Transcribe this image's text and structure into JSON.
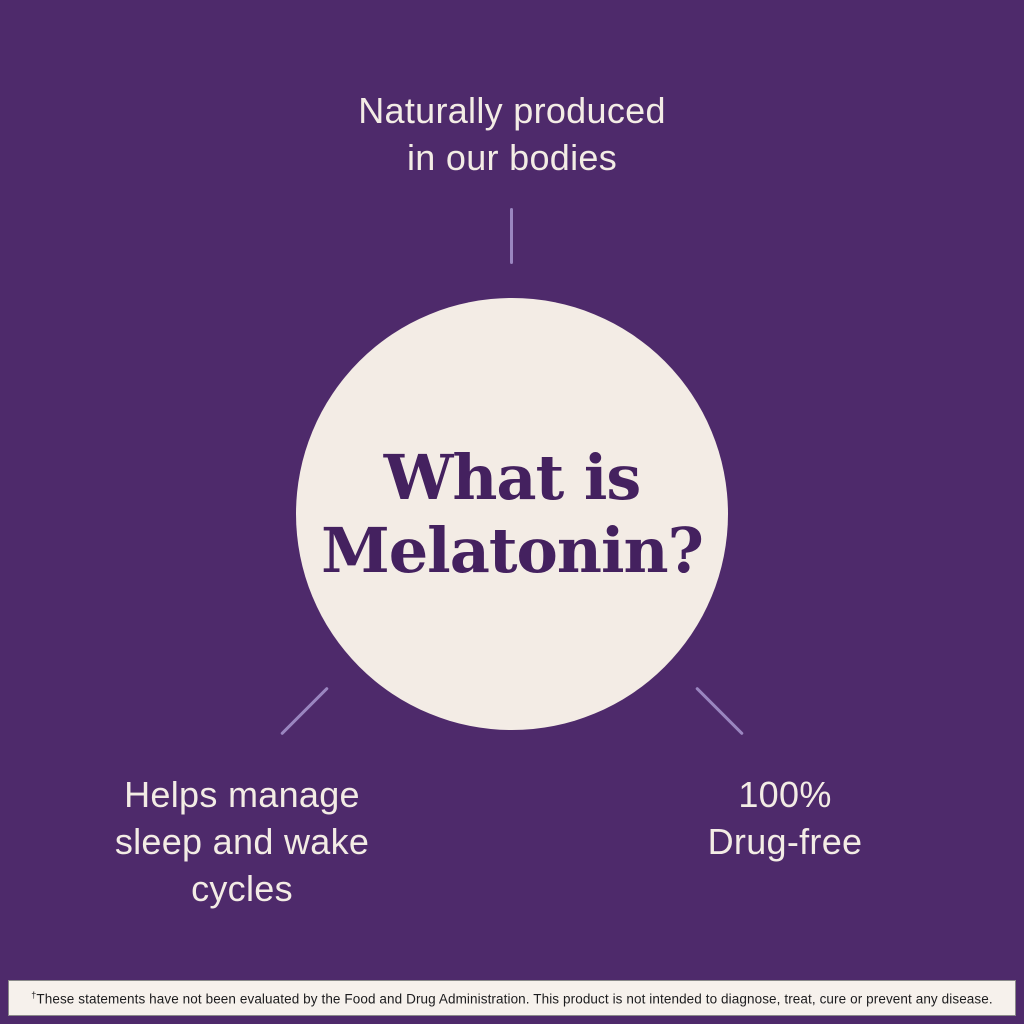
{
  "infographic": {
    "center": {
      "line1": "What is",
      "line2": "Melatonin?"
    },
    "labels": {
      "top": {
        "line1": "Naturally produced",
        "line2": "in our bodies"
      },
      "bottom_left": {
        "line1": "Helps manage",
        "line2": "sleep and wake",
        "line3": "cycles"
      },
      "bottom_right": {
        "line1": "100%",
        "line2": "Drug-free"
      }
    },
    "disclaimer": {
      "dagger": "†",
      "text": "These statements have not been evaluated by the Food and Drug Administration. This product is not intended to diagnose, treat, cure or prevent any disease."
    },
    "colors": {
      "background": "#4e2a6b",
      "circle": "#f3ece5",
      "heading_text": "#44215f",
      "label_text": "#f3ece5",
      "connector": "#9a86c0",
      "disclaimer_bg": "#f6f1ec",
      "disclaimer_text": "#1c1c1e"
    }
  }
}
